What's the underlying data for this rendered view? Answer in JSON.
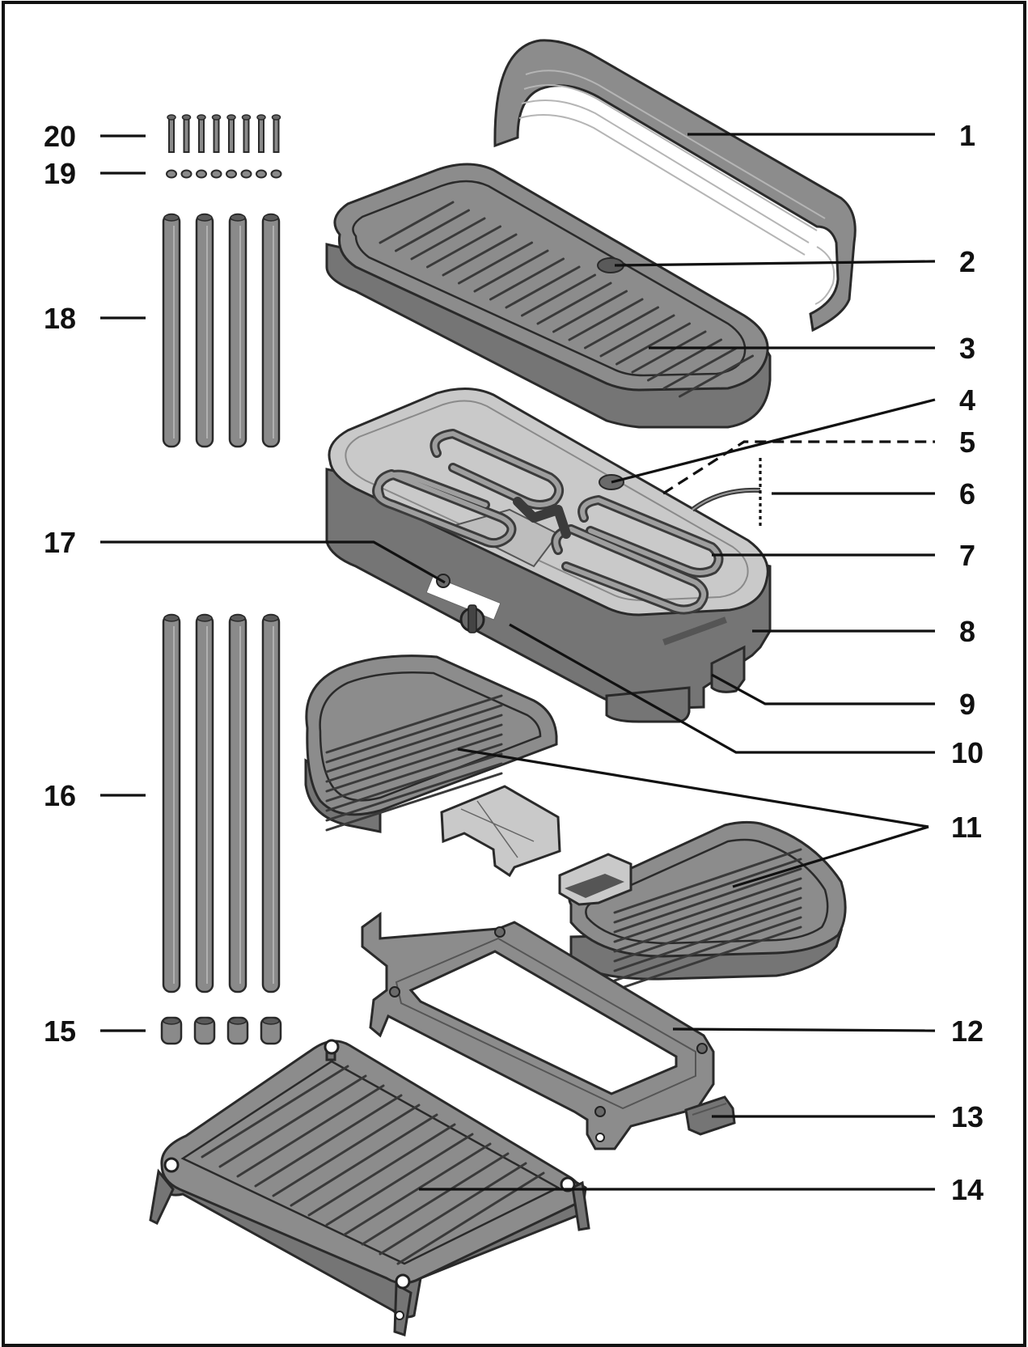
{
  "diagram": {
    "frame_color": "#111111",
    "part_color": "#8c8c8c",
    "labels": [
      "1",
      "2",
      "3",
      "4",
      "5",
      "6",
      "7",
      "8",
      "9",
      "10",
      "11",
      "12",
      "13",
      "14",
      "15",
      "16",
      "17",
      "18",
      "19",
      "20"
    ]
  }
}
